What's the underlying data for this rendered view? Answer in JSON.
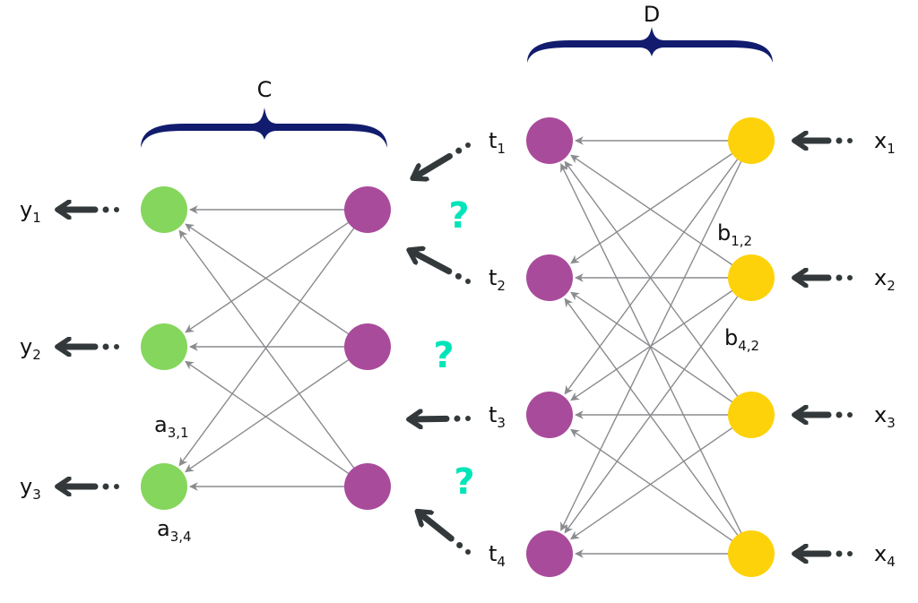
{
  "colors": {
    "edge": "#8a8b8e",
    "green_node": "#85d65c",
    "purple_node": "#a94b9b",
    "yellow_node": "#fdd20a",
    "bracket": "#121c6e",
    "io_arrow": "#33393b",
    "question": "#00e5b8"
  },
  "groups": {
    "C": {
      "label": "C"
    },
    "D": {
      "label": "D"
    }
  },
  "outputs": [
    {
      "base": "y",
      "sub": "1"
    },
    {
      "base": "y",
      "sub": "2"
    },
    {
      "base": "y",
      "sub": "3"
    }
  ],
  "hidden": [
    {
      "base": "t",
      "sub": "1"
    },
    {
      "base": "t",
      "sub": "2"
    },
    {
      "base": "t",
      "sub": "3"
    },
    {
      "base": "t",
      "sub": "4"
    }
  ],
  "inputs": [
    {
      "base": "x",
      "sub": "1"
    },
    {
      "base": "x",
      "sub": "2"
    },
    {
      "base": "x",
      "sub": "3"
    },
    {
      "base": "x",
      "sub": "4"
    }
  ],
  "weight_labels": [
    {
      "base": "a",
      "sub": "3,1"
    },
    {
      "base": "a",
      "sub": "3,4"
    },
    {
      "base": "b",
      "sub": "1,2"
    },
    {
      "base": "b",
      "sub": "4,2"
    }
  ],
  "question_mark": "?",
  "connectivity": "fully-connected"
}
